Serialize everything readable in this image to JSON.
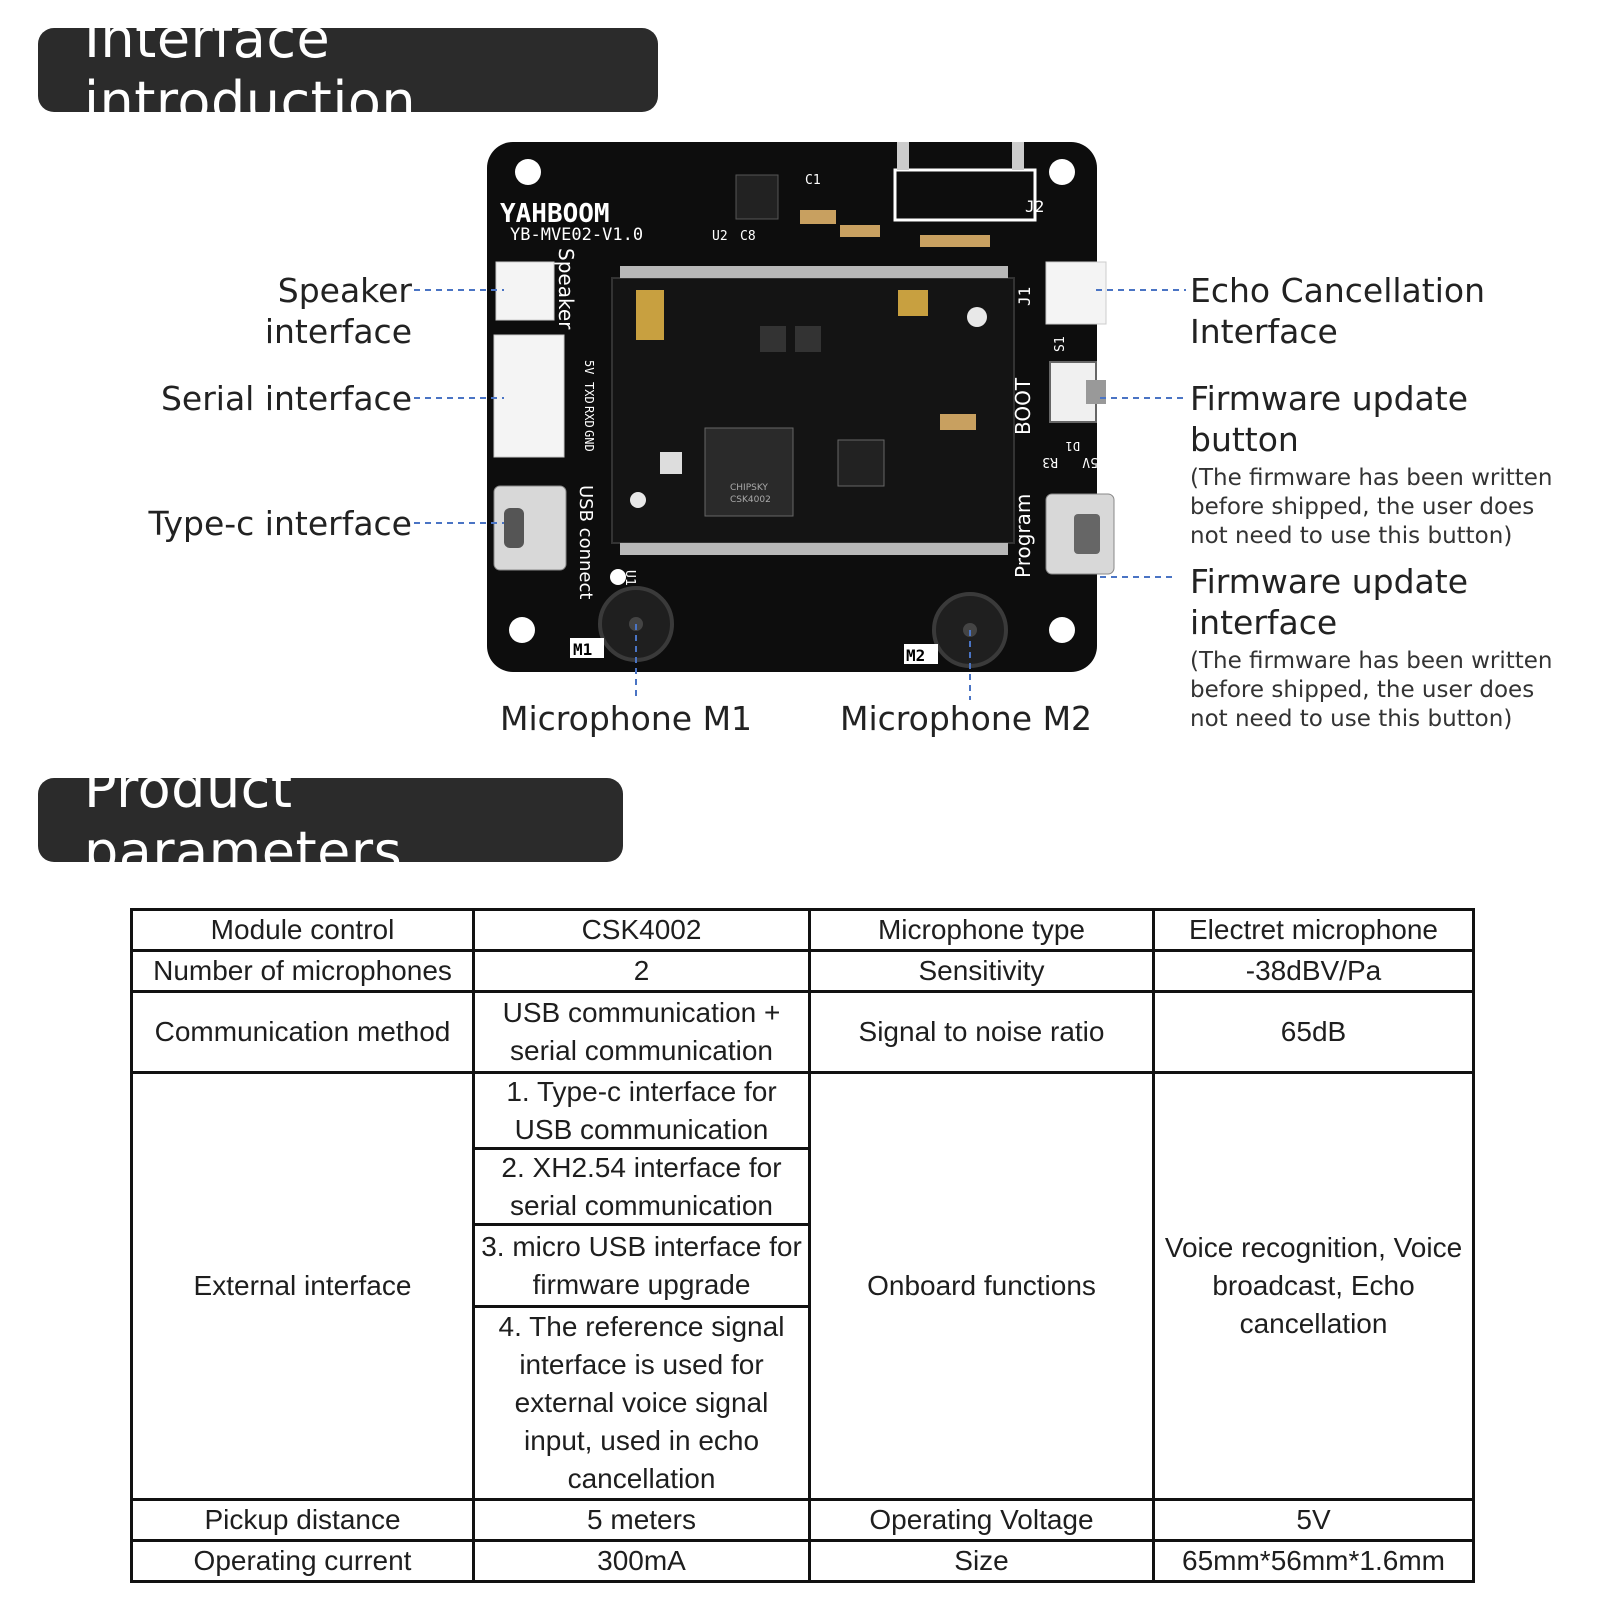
{
  "headers": {
    "interface": "Interface introduction",
    "params": "Product parameters"
  },
  "board": {
    "brand": "YAHBOOM",
    "model": "YB-MVE02-V1.0",
    "chip_brand": "CHIPSKY",
    "chip_model": "CSK4002",
    "silk": {
      "speaker": "Speaker",
      "usb_connect": "USB connect",
      "boot": "BOOT",
      "program": "Program",
      "j1": "J1",
      "j2": "J2",
      "s1": "S1",
      "m1": "M1",
      "m2": "M2",
      "u1": "U1",
      "u2": "U2",
      "c8": "C8",
      "c1": "C1",
      "pin_5v": "5V",
      "pin_txd": "TXD",
      "pin_rxd": "RXD",
      "pin_gnd": "GND",
      "r3": "R3",
      "d1": "D1",
      "right_5v": "5V"
    }
  },
  "callouts": {
    "speaker": "Speaker interface",
    "serial": "Serial interface",
    "typec": "Type-c interface",
    "mic1": "Microphone M1",
    "mic2": "Microphone M2",
    "echo_l1": "Echo Cancellation",
    "echo_l2": "Interface",
    "fw_button_l1": "Firmware update",
    "fw_button_l2": "button",
    "fw_button_note": "(The firmware has been written before shipped, the user does not need to use this button)",
    "fw_iface_l1": "Firmware update",
    "fw_iface_l2": "interface",
    "fw_iface_note": "(The firmware has been written before shipped, the user does not need to use this button)"
  },
  "table": {
    "r1": [
      "Module control",
      "CSK4002",
      "Microphone type",
      "Electret microphone"
    ],
    "r2": [
      "Number of microphones",
      "2",
      "Sensitivity",
      "-38dBV/Pa"
    ],
    "r3": [
      "Communication method",
      "USB communication + serial communication",
      "Signal to noise ratio",
      "65dB"
    ],
    "r4": {
      "label": "External interface",
      "items": [
        "1. Type-c interface for USB communication",
        "2. XH2.54 interface for serial communication",
        "3. micro USB interface for firmware upgrade",
        "4. The reference signal interface is used for external voice signal input, used in echo cancellation"
      ],
      "label2": "Onboard functions",
      "value2": "Voice recognition, Voice broadcast, Echo cancellation"
    },
    "r5": [
      "Pickup distance",
      "5 meters",
      "Operating Voltage",
      "5V"
    ],
    "r6": [
      "Operating current",
      "300mA",
      "Size",
      "65mm*56mm*1.6mm"
    ]
  }
}
